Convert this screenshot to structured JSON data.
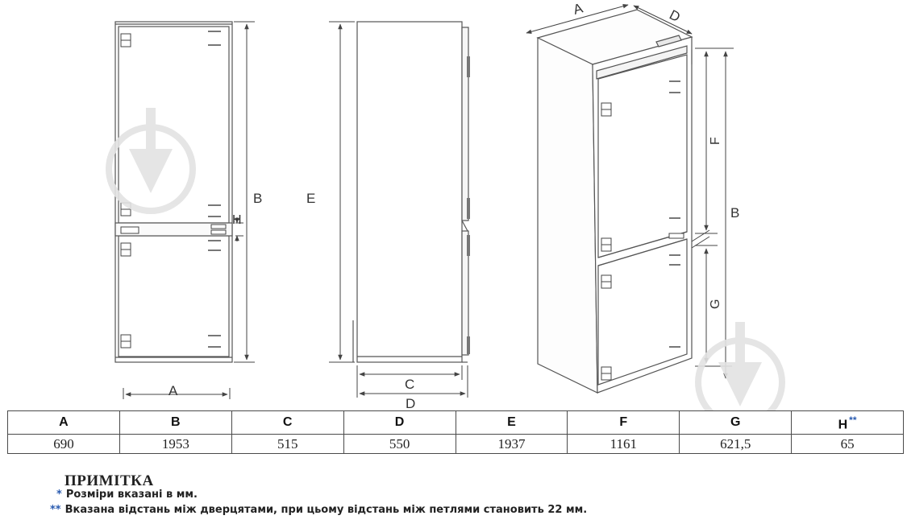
{
  "drawing": {
    "labels": {
      "front_width": "A",
      "front_height": "B",
      "gap": "H",
      "side_total_height": "E",
      "side_depth_body": "C",
      "side_depth_total": "D",
      "iso_width": "A",
      "iso_depth": "D",
      "iso_upper_door": "F",
      "iso_height": "B",
      "iso_lower_door": "G"
    },
    "colors": {
      "line": "#555555",
      "dim_line": "#444444",
      "watermark": "#e3e3e3",
      "accent": "#2a5bb0"
    },
    "icons": [
      "download-watermark-icon",
      "hinge-icon"
    ]
  },
  "table": {
    "headers": [
      "A",
      "B",
      "C",
      "D",
      "E",
      "F",
      "G",
      "H"
    ],
    "header_mark": "**",
    "values": [
      "690",
      "1953",
      "515",
      "550",
      "1937",
      "1161",
      "621,5",
      "65"
    ]
  },
  "notes": {
    "title": "ПРИМІТКА",
    "items": [
      {
        "mark": "*",
        "text": "Розміри вказані в мм."
      },
      {
        "mark": "**",
        "text": "Вказана відстань між дверцятами, при цьому відстань між петлями становить 22 мм."
      }
    ]
  }
}
